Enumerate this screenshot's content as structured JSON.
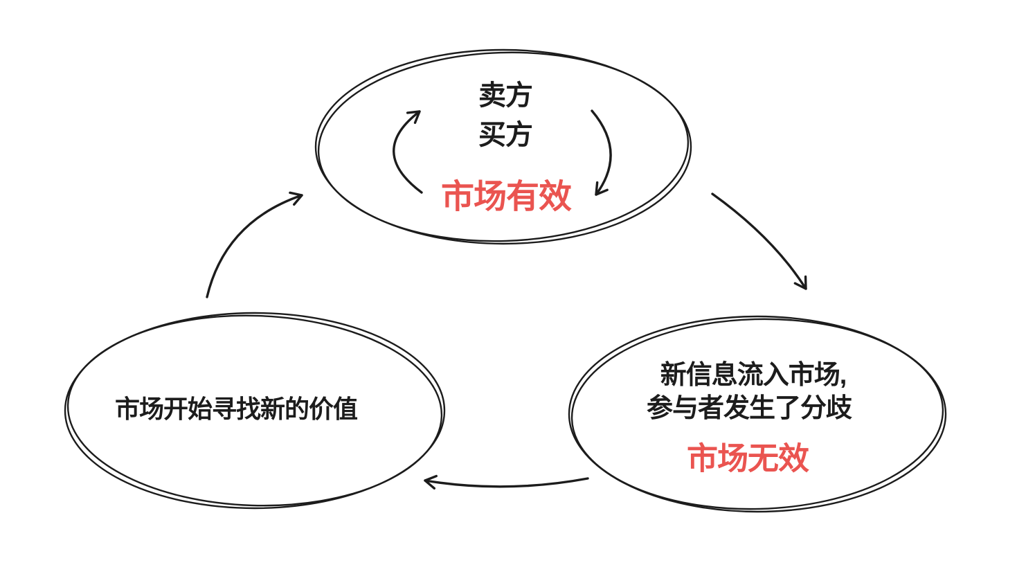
{
  "colors": {
    "ink": "#1c1c1c",
    "accent_red": "#ea5450",
    "background": "#ffffff"
  },
  "nodes": {
    "market_effective": {
      "participant_seller": "卖方",
      "participant_buyer": "买方",
      "status": "市场有效"
    },
    "market_ineffective": {
      "line1": "新信息流入市场,",
      "line2": "参与者发生了分歧",
      "status": "市场无效"
    },
    "market_seeking": {
      "label": "市场开始寻找新的价值"
    }
  },
  "edges": [
    {
      "from": "market_effective",
      "to": "market_ineffective"
    },
    {
      "from": "market_ineffective",
      "to": "market_seeking"
    },
    {
      "from": "market_seeking",
      "to": "market_effective"
    },
    {
      "within": "market_effective",
      "cycle": "seller-buyer-exchange"
    }
  ]
}
